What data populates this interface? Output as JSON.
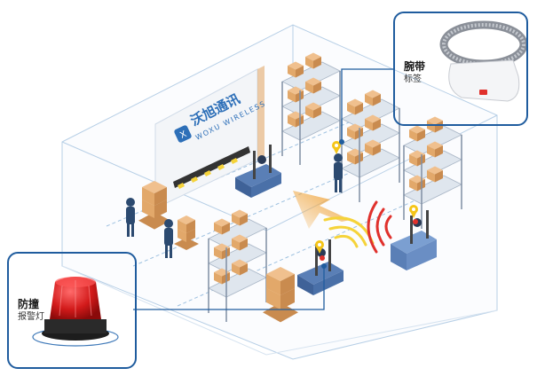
{
  "brand": {
    "name_cn": "沃旭通讯",
    "name_en": "WOXU WIRELESS",
    "logo_text": "X",
    "color": "#2d6fb8"
  },
  "callouts": {
    "wristband": {
      "title": "腕带",
      "subtitle": "标签"
    },
    "alarm": {
      "title": "防撞",
      "subtitle": "报警灯"
    }
  },
  "colors": {
    "accent_blue": "#1f5c9e",
    "box_orange": "#e2a86a",
    "arrow_orange": "#f0a43a",
    "signal_yellow": "#f5d33a",
    "signal_red": "#e0312c",
    "forklift_blue": "#5a7fb6",
    "floor_line": "#9ec1e0"
  },
  "icons": [
    "wristband-tag-icon",
    "alarm-light-icon",
    "forklift-icon",
    "worker-icon",
    "shelf-icon",
    "pallet-icon",
    "direction-arrow-icon",
    "signal-wave-icon",
    "location-pin-icon"
  ]
}
